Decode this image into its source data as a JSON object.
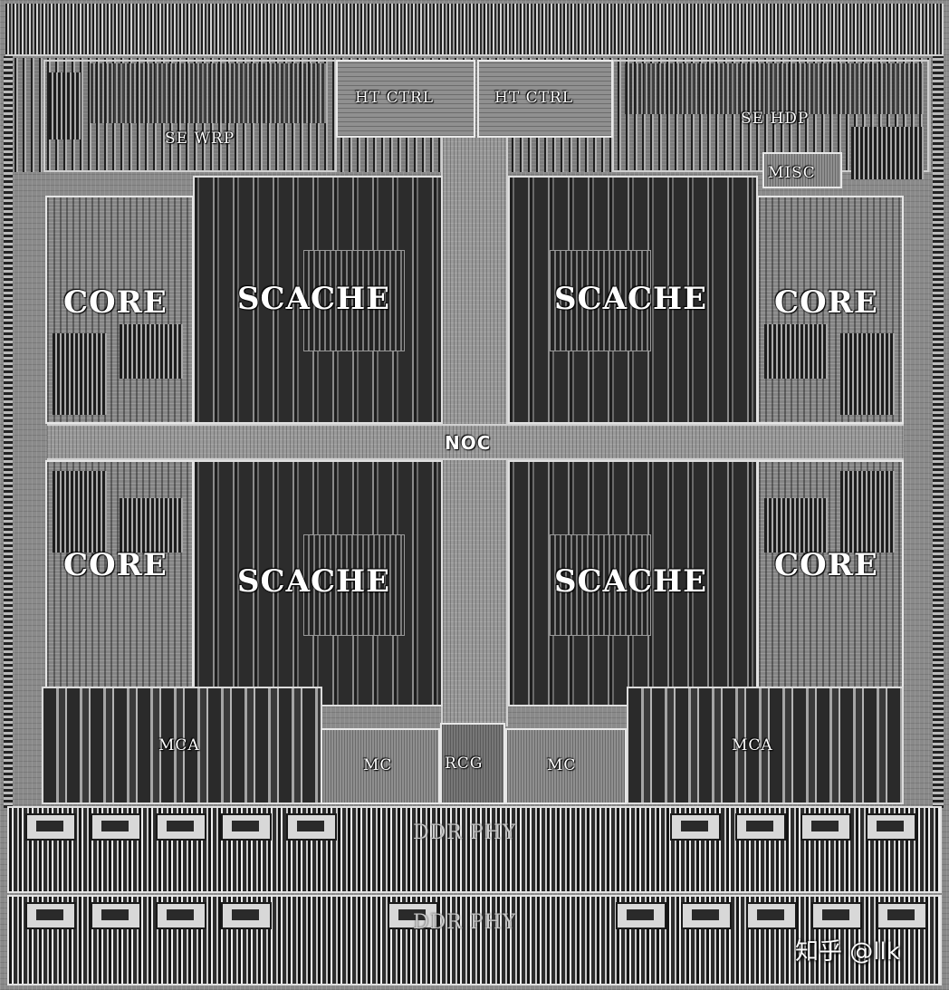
{
  "blocks": {
    "ht_ctrl_left": "HT CTRL",
    "ht_ctrl_right": "HT CTRL",
    "se_wrp": "SE WRP",
    "se_hdp": "SE HDP",
    "misc": "MISC",
    "core_tl": "CORE",
    "core_tr": "CORE",
    "core_bl": "CORE",
    "core_br": "CORE",
    "scache_tl": "SCACHE",
    "scache_tr": "SCACHE",
    "scache_bl": "SCACHE",
    "scache_br": "SCACHE",
    "noc": "NOC",
    "mca_left": "MCA",
    "mca_right": "MCA",
    "mc_left": "MC",
    "mc_right": "MC",
    "rcg": "RCG",
    "ddr_phy_top": "DDR PHY",
    "ddr_phy_bottom": "DDR PHY"
  },
  "watermark": "知乎 @llk"
}
